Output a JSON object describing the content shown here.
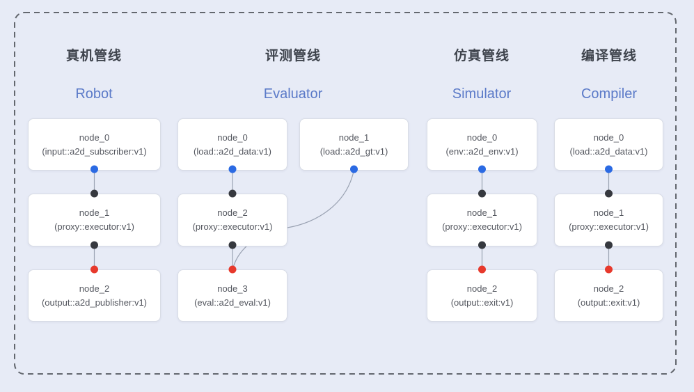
{
  "colors": {
    "background": "#e7ebf6",
    "dashed_border": "#63676e",
    "node_bg": "#ffffff",
    "node_border": "#d8dce5",
    "node_text": "#54575f",
    "title_zh": "#3e434c",
    "title_en": "#5b7ac8",
    "connector": "#9aa2b2",
    "port_output_blue": "#2b6ae3",
    "port_input_black": "#36393f",
    "port_final_red": "#e7392c"
  },
  "pipelines": [
    {
      "title_zh": "真机管线",
      "title_en": "Robot",
      "nodes": [
        {
          "name": "node_0",
          "type": "(input::a2d_subscriber:v1)"
        },
        {
          "name": "node_1",
          "type": "(proxy::executor:v1)"
        },
        {
          "name": "node_2",
          "type": "(output::a2d_publisher:v1)"
        }
      ]
    },
    {
      "title_zh": "评测管线",
      "title_en": "Evaluator",
      "nodes": [
        {
          "name": "node_0",
          "type": "(load::a2d_data:v1)"
        },
        {
          "name": "node_1",
          "type": "(load::a2d_gt:v1)"
        },
        {
          "name": "node_2",
          "type": "(proxy::executor:v1)"
        },
        {
          "name": "node_3",
          "type": "(eval::a2d_eval:v1)"
        }
      ]
    },
    {
      "title_zh": "仿真管线",
      "title_en": "Simulator",
      "nodes": [
        {
          "name": "node_0",
          "type": "(env::a2d_env:v1)"
        },
        {
          "name": "node_1",
          "type": "(proxy::executor:v1)"
        },
        {
          "name": "node_2",
          "type": "(output::exit:v1)"
        }
      ]
    },
    {
      "title_zh": "编译管线",
      "title_en": "Compiler",
      "nodes": [
        {
          "name": "node_0",
          "type": "(load::a2d_data:v1)"
        },
        {
          "name": "node_1",
          "type": "(proxy::executor:v1)"
        },
        {
          "name": "node_2",
          "type": "(output::exit:v1)"
        }
      ]
    }
  ]
}
